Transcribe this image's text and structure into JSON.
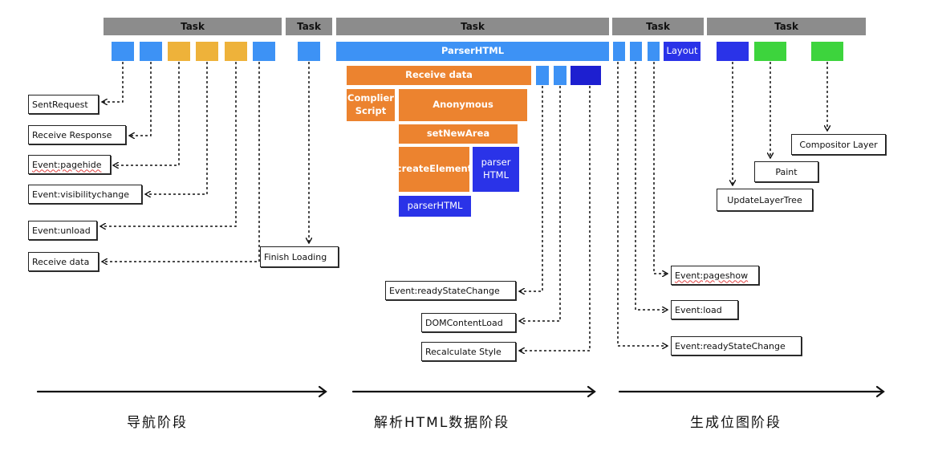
{
  "tasks": [
    "Task",
    "Task",
    "Task",
    "Task",
    "Task"
  ],
  "bars": {
    "parser_html": "ParserHTML",
    "layout": "Layout",
    "receive_data": "Receive data",
    "complier_script": "Complier Script",
    "anonymous": "Anonymous",
    "set_new_area": "setNewArea",
    "create_element": "createElement",
    "parser_html_inner": "parser HTML",
    "parser_html_bottom": "parserHTML"
  },
  "events": {
    "sent_request": "SentRequest",
    "receive_response": "Receive Response",
    "pagehide": "Event:pagehide",
    "visibilitychange": "Event:visibilitychange",
    "unload": "Event:unload",
    "receive_data": "Receive data",
    "finish_loading": "Finish Loading",
    "ready_state_change_1": "Event:readyStateChange",
    "dom_content_load": "DOMContentLoad",
    "recalculate_style": "Recalculate Style",
    "pageshow": "Event:pageshow",
    "load": "Event:load",
    "ready_state_change_2": "Event:readyStateChange",
    "compositor_layer": "Compositor Layer",
    "paint": "Paint",
    "update_layer_tree": "UpdateLayerTree"
  },
  "phases": {
    "navigation": "导航阶段",
    "parse_html": "解析HTML数据阶段",
    "bitmap": "生成位图阶段"
  },
  "colors": {
    "task": "#8c8c8c",
    "blue": "#3d92f5",
    "orange": "#ec832f",
    "yellow": "#eeb23a",
    "indigo": "#2a33e8",
    "navy": "#1d1fd0",
    "green": "#3dd43d"
  }
}
